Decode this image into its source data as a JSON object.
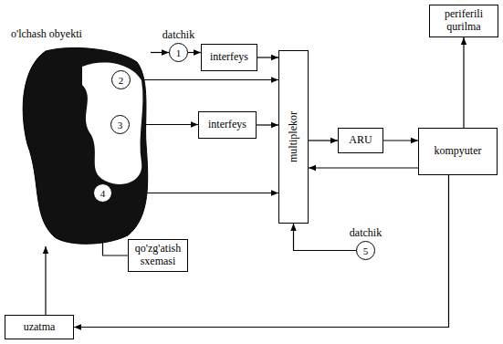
{
  "diagram": {
    "nodes": [
      {
        "text": [
          "o'lchash obyekti"
        ]
      },
      {
        "text": [
          "datchik",
          "1"
        ]
      },
      {
        "text": [
          "interfeys"
        ]
      },
      {
        "text": [
          "periferili qurilma"
        ]
      },
      {
        "text": [
          "2"
        ],
        "in": 0
      },
      {
        "text": [
          "multiplekor"
        ]
      },
      {
        "text": [
          "ARU"
        ]
      },
      {
        "text": [
          "kompyuter"
        ]
      },
      {
        "text": [
          "3"
        ],
        "in": 0
      },
      {
        "text": [
          "interfeys"
        ]
      },
      {
        "text": [
          "4"
        ],
        "in": 0
      },
      {
        "text": [
          "qo'zg'atish sxemasi"
        ]
      },
      {
        "text": [
          "datchik",
          "5"
        ]
      },
      {
        "text": [
          "uzatma"
        ]
      }
    ],
    "edges": [
      {
        "from": 0,
        "to": 1,
        "arrow": "to"
      },
      {
        "from": 1,
        "to": 2,
        "arrow": "to"
      },
      {
        "from": 2,
        "to": 5,
        "arrow": "to"
      },
      {
        "from": 4,
        "to": 5,
        "arrow": "to"
      },
      {
        "from": 8,
        "to": 9,
        "arrow": "to"
      },
      {
        "from": 9,
        "to": 5,
        "arrow": "to"
      },
      {
        "from": 10,
        "to": 5,
        "arrow": "to"
      },
      {
        "from": 10,
        "to": 11,
        "arrow": "none"
      },
      {
        "from": 12,
        "to": 5,
        "arrow": "to"
      },
      {
        "from": 5,
        "to": 6,
        "arrow": "to"
      },
      {
        "from": 6,
        "to": 7,
        "arrow": "to"
      },
      {
        "from": 7,
        "to": 3,
        "arrow": "to"
      },
      {
        "from": 7,
        "to": 5,
        "arrow": "to"
      },
      {
        "from": 7,
        "to": 13,
        "arrow": "to"
      },
      {
        "from": 13,
        "to": 0,
        "arrow": "to"
      }
    ]
  }
}
